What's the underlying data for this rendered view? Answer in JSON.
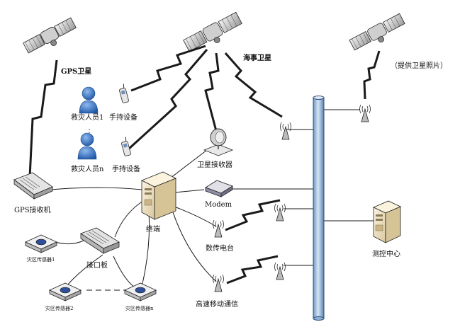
{
  "labels": {
    "gps_satellite": "GPS卫星",
    "maritime_satellite": "海事卫星",
    "provide_satellite_photos": "（提供卫星照片）",
    "rescuer_1": "救灾人员1",
    "rescuer_n": "救灾人员n",
    "handheld_1": "手持设备",
    "handheld_2": "手持设备",
    "satellite_receiver": "卫星接收器",
    "gps_receiver": "GPS接收机",
    "modem": "Modem",
    "terminal": "终端",
    "data_radio": "数传电台",
    "high_speed_mobile": "高速移动通信",
    "control_center": "测控中心",
    "interface_board": "接口板",
    "sensor_1": "灾区传感器1",
    "sensor_2": "灾区传感器2",
    "sensor_n": "灾区传感器n"
  },
  "colors": {
    "line": "#1a1a1a",
    "backbone_fill": "#a9c7e6",
    "backbone_stroke": "#2b4e78",
    "person": "#2f6fc4",
    "device_gray": "#d7d7d7",
    "terminal_beige": "#efe3c9"
  }
}
